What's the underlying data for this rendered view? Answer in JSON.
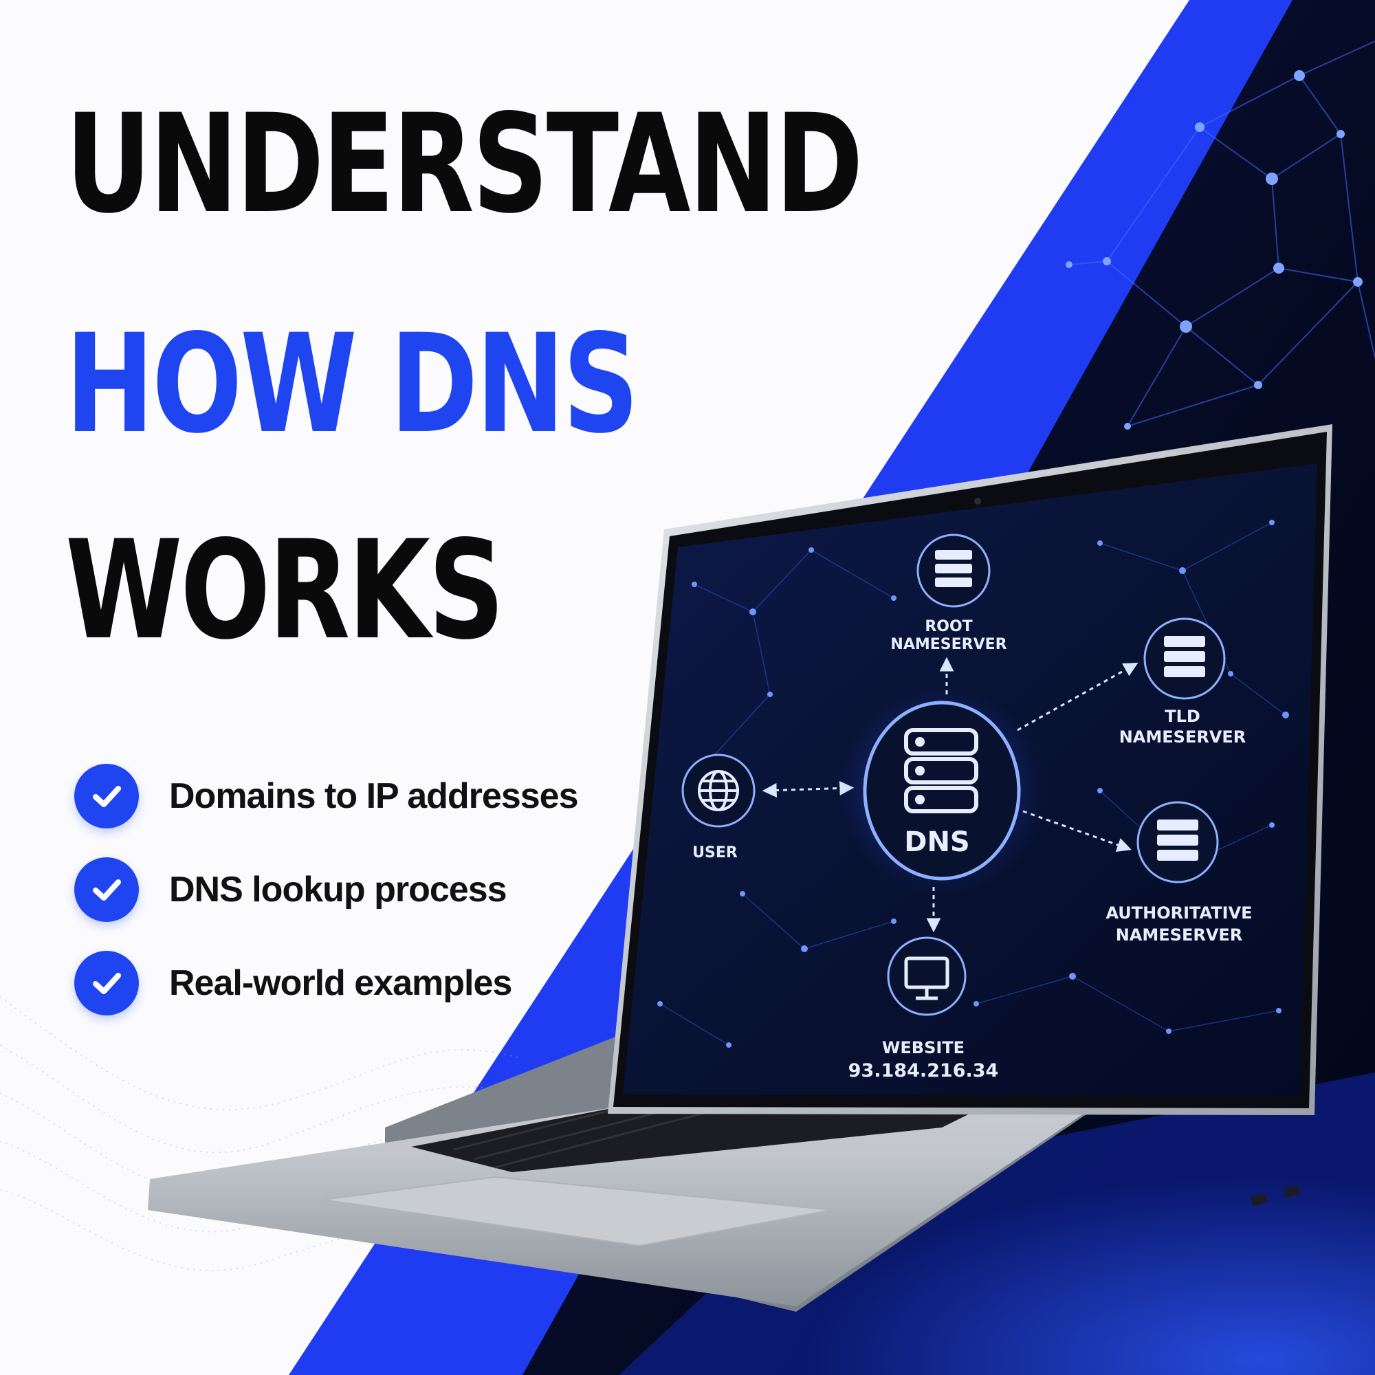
{
  "headline": {
    "line1": "UNDERSTAND",
    "line2": "HOW DNS",
    "line3": "WORKS"
  },
  "features": [
    {
      "label": "Domains to IP addresses",
      "icon": "check-icon"
    },
    {
      "label": "DNS lookup process",
      "icon": "check-icon"
    },
    {
      "label": "Real-world examples",
      "icon": "check-icon"
    }
  ],
  "diagram": {
    "center": "DNS",
    "user": "USER",
    "root_line1": "ROOT",
    "root_line2": "NAMESERVER",
    "tld_line1": "TLD",
    "tld_line2": "NAMESERVER",
    "auth_line1": "AUTHORITATIVE",
    "auth_line2": "NAMESERVER",
    "website_line1": "WEBSITE",
    "website_line2": "93.184.216.34"
  },
  "colors": {
    "accent": "#1f45f0",
    "dark_navy": "#050a22",
    "text": "#0a0a0a"
  }
}
